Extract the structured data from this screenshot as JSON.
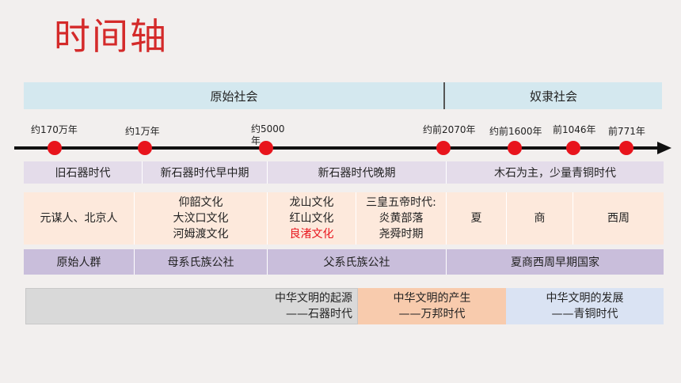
{
  "title": "时间轴",
  "society": {
    "primitive": "原始社会",
    "slave": "奴隶社会"
  },
  "timeline": [
    "约170万年",
    "约1万年",
    "约5000年",
    "约前2070年",
    "约前1600年",
    "前1046年",
    "前771年"
  ],
  "tools": [
    "旧石器时代",
    "新石器时代早中期",
    "新石器时代晚期",
    "木石为主，少量青铜时代"
  ],
  "cultures": {
    "c1": "元谋人、北京人",
    "c2": [
      "仰韶文化",
      "大汶口文化",
      "河姆渡文化"
    ],
    "c3": [
      "龙山文化",
      "红山文化",
      "良渚文化"
    ],
    "c4": [
      "三皇五帝时代:",
      "炎黄部落",
      "尧舜时期"
    ],
    "xia": "夏",
    "shang": "商",
    "xizhou": "西周"
  },
  "social": [
    "原始人群",
    "母系氏族公社",
    "父系氏族公社",
    "夏商西周早期国家"
  ],
  "civ": {
    "origin": [
      "中华文明的起源",
      "——石器时代"
    ],
    "birth": [
      "中华文明的产生",
      "——万邦时代"
    ],
    "develop": [
      "中华文明的发展",
      "——青铜时代"
    ]
  },
  "colors": {
    "title": "#d42a2a",
    "dot": "#e8141c",
    "highlight": "#e8141c",
    "axis": "#111111"
  }
}
